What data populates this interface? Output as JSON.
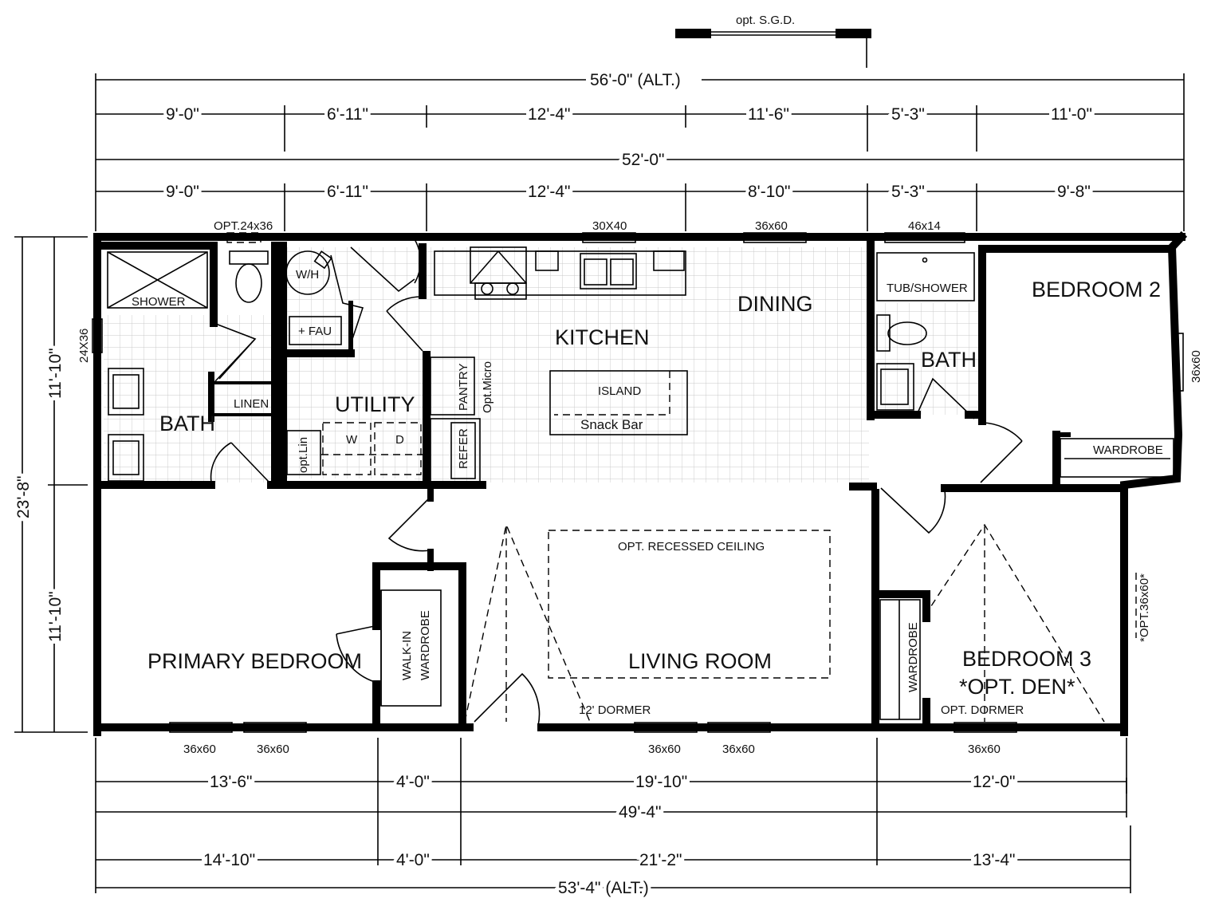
{
  "rooms": {
    "bedroom2": "BEDROOM 2",
    "kitchen": "KITCHEN",
    "dining": "DINING",
    "bath_left": "BATH",
    "bath_right": "BATH",
    "utility": "UTILITY",
    "primary_bedroom": "PRIMARY BEDROOM",
    "living_room": "LIVING ROOM",
    "bedroom3_line1": "BEDROOM 3",
    "bedroom3_line2": "*OPT. DEN*"
  },
  "labels": {
    "shower": "SHOWER",
    "wh": "W/H",
    "fau": "+ FAU",
    "linen": "LINEN",
    "island": "ISLAND",
    "snack_bar": "Snack Bar",
    "pantry": "PANTRY",
    "refer": "REFER",
    "opt_micro": "Opt.Micro",
    "opt_lin": "opt.Lin",
    "washer": "W",
    "dryer": "D",
    "tub_shower": "TUB/SHOWER",
    "wardrobe_bed2": "WARDROBE",
    "walk_in_1": "WALK-IN",
    "walk_in_2": "WARDROBE",
    "wardrobe_bed3": "WARDROBE",
    "opt_recessed": "OPT. RECESSED CEILING",
    "dormer_12": "12' DORMER",
    "opt_dormer": "OPT. DORMER",
    "opt_sgd": "opt. S.G.D.",
    "opt_36x60": "*OPT.36x60*"
  },
  "windows": {
    "top_bath": "OPT.24x36",
    "top_kitchen": "30X40",
    "top_dining": "36x60",
    "top_bath2": "46x14",
    "left_bath": "24X36",
    "right_bed2": "36x60",
    "bot_1": "36x60",
    "bot_2": "36x60",
    "bot_3": "36x60",
    "bot_4": "36x60",
    "bot_5": "36x60"
  },
  "dimensions": {
    "top_overall_alt": "56'-0\" (ALT.)",
    "top_row1": [
      "9'-0\"",
      "6'-11\"",
      "12'-4\"",
      "11'-6\"",
      "5'-3\"",
      "11'-0\""
    ],
    "top_overall": "52'-0\"",
    "top_row2": [
      "9'-0\"",
      "6'-11\"",
      "12'-4\"",
      "8'-10\"",
      "5'-3\"",
      "9'-8\""
    ],
    "left_overall": "23'-8\"",
    "left_upper": "11'-10\"",
    "left_lower": "11'-10\"",
    "bottom_row1": [
      "13'-6\"",
      "4'-0\"",
      "19'-10\"",
      "12'-0\""
    ],
    "bottom_overall": "49'-4\"",
    "bottom_row2": [
      "14'-10\"",
      "4'-0\"",
      "21'-2\"",
      "13'-4\""
    ],
    "bottom_overall_alt": "53'-4\" (ALT.)"
  }
}
